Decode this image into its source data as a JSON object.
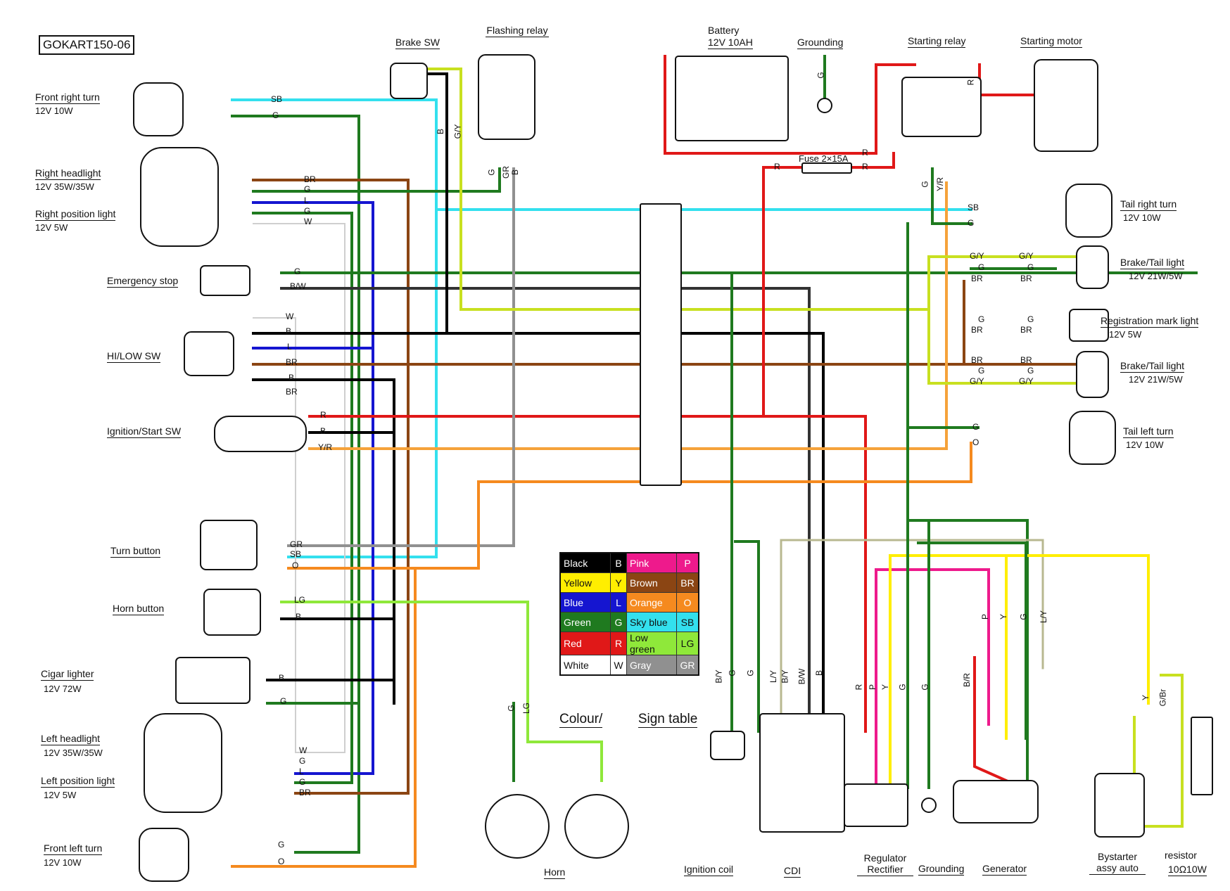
{
  "diagram_id": "GOKART150-06",
  "components": {
    "front_right_turn": {
      "name": "Front right turn",
      "spec": "12V 10W"
    },
    "right_headlight": {
      "name": "Right headlight",
      "spec": "12V 35W/35W"
    },
    "right_position_light": {
      "name": "Right position light",
      "spec": "12V 5W"
    },
    "emergency_stop": {
      "name": "Emergency stop"
    },
    "hi_low_sw": {
      "name": "HI/LOW SW"
    },
    "ignition_start_sw": {
      "name": "Ignition/Start SW"
    },
    "turn_button": {
      "name": "Turn button"
    },
    "horn_button": {
      "name": "Horn button"
    },
    "cigar_lighter": {
      "name": "Cigar lighter",
      "spec": "12V 72W"
    },
    "left_headlight": {
      "name": "Left headlight",
      "spec": "12V 35W/35W"
    },
    "left_position_light": {
      "name": "Left position light",
      "spec": "12V 5W"
    },
    "front_left_turn": {
      "name": "Front left turn",
      "spec": "12V 10W"
    },
    "brake_sw": {
      "name": "Brake SW"
    },
    "flashing_relay": {
      "name": "Flashing relay"
    },
    "battery": {
      "name": "Battery",
      "spec": "12V 10AH"
    },
    "grounding_top": {
      "name": "Grounding"
    },
    "fuse": {
      "name": "Fuse 2×15A"
    },
    "starting_relay": {
      "name": "Starting relay"
    },
    "starting_motor": {
      "name": "Starting motor"
    },
    "tail_right_turn": {
      "name": "Tail right turn",
      "spec": "12V 10W"
    },
    "brake_tail_light_1": {
      "name": "Brake/Tail light",
      "spec": "12V 21W/5W"
    },
    "registration_mark_light": {
      "name": "Registration mark light",
      "spec": "12V 5W"
    },
    "brake_tail_light_2": {
      "name": "Brake/Tail light",
      "spec": "12V 21W/5W"
    },
    "tail_left_turn": {
      "name": "Tail left turn",
      "spec": "12V 10W"
    },
    "horn": {
      "name": "Horn"
    },
    "ignition_coil": {
      "name": "Ignition coil"
    },
    "cdi": {
      "name": "CDI"
    },
    "regulator_rectifier": {
      "name": "Regulator Rectifier"
    },
    "grounding_bottom": {
      "name": "Grounding"
    },
    "generator": {
      "name": "Generator"
    },
    "bystarter": {
      "name": "Bystarter assy auto"
    },
    "resistor": {
      "name": "resistor",
      "spec": "10Ω10W"
    }
  },
  "colour_table": {
    "title": "Colour/",
    "title2": "Sign table",
    "entries": [
      {
        "name": "Black",
        "code": "B",
        "hex": "#000000",
        "text": "#ffffff"
      },
      {
        "name": "Pink",
        "code": "P",
        "hex": "#ee1a8c",
        "text": "#ffffff"
      },
      {
        "name": "Yellow",
        "code": "Y",
        "hex": "#ffee00",
        "text": "#111111"
      },
      {
        "name": "Brown",
        "code": "BR",
        "hex": "#8b4513",
        "text": "#ffffff"
      },
      {
        "name": "Blue",
        "code": "L",
        "hex": "#1515d0",
        "text": "#ffffff"
      },
      {
        "name": "Orange",
        "code": "O",
        "hex": "#f58a1f",
        "text": "#ffffff"
      },
      {
        "name": "Green",
        "code": "G",
        "hex": "#1f7a1f",
        "text": "#ffffff"
      },
      {
        "name": "Sky blue",
        "code": "SB",
        "hex": "#33e0ee",
        "text": "#111111"
      },
      {
        "name": "Red",
        "code": "R",
        "hex": "#e01818",
        "text": "#ffffff"
      },
      {
        "name": "Low green",
        "code": "LG",
        "hex": "#8fe83a",
        "text": "#111111"
      },
      {
        "name": "White",
        "code": "W",
        "hex": "#ffffff",
        "text": "#111111"
      },
      {
        "name": "Gray",
        "code": "GR",
        "hex": "#909090",
        "text": "#ffffff"
      }
    ]
  },
  "wire_colors": {
    "B": "#000000",
    "P": "#ee1a8c",
    "Y": "#ffee00",
    "BR": "#8b4513",
    "L": "#1515d0",
    "O": "#f58a1f",
    "G": "#1f7a1f",
    "SB": "#33e0ee",
    "R": "#e01818",
    "LG": "#8fe83a",
    "W": "#cfcfcf",
    "GR": "#909090",
    "GY": "#c8e020",
    "YR": "#f5a23a",
    "BW": "#333333",
    "LY": "#b8b890"
  },
  "wire_codes": {
    "sb": "SB",
    "g": "G",
    "br": "BR",
    "l": "L",
    "w": "W",
    "b": "B",
    "bw": "B/W",
    "r": "R",
    "yr": "Y/R",
    "gr": "GR",
    "o": "O",
    "lg": "LG",
    "gy": "G/Y",
    "p": "P",
    "y": "Y",
    "by": "B/Y",
    "ly": "L/Y",
    "bre": "B/R",
    "gbr": "G/Br"
  }
}
